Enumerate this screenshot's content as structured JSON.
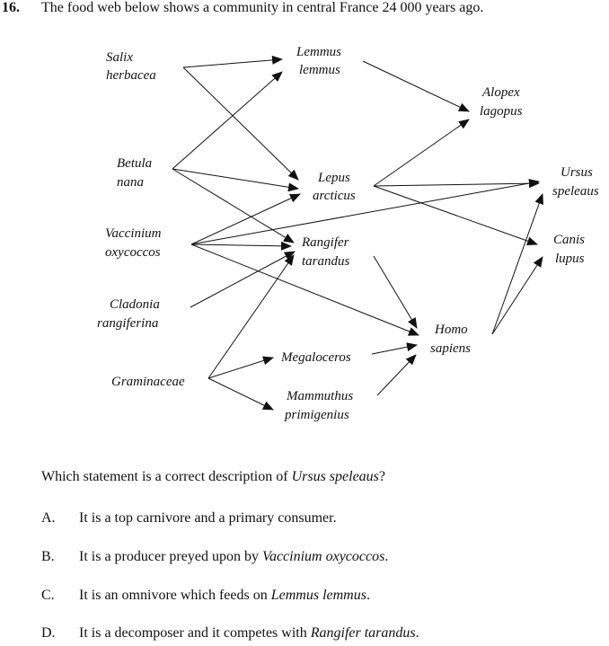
{
  "question_number": "16.",
  "intro": "The food web below shows a community in central France 24 000 years ago.",
  "organisms": {
    "salix": {
      "line1": "Salix",
      "line2": "herbacea"
    },
    "lemmus": {
      "line1": "Lemmus",
      "line2": "lemmus"
    },
    "alopex": {
      "line1": "Alopex",
      "line2": "lagopus"
    },
    "betula": {
      "line1": "Betula",
      "line2": "nana"
    },
    "lepus": {
      "line1": "Lepus",
      "line2": "arcticus"
    },
    "ursus": {
      "line1": "Ursus",
      "line2": "speleaus"
    },
    "vaccinium": {
      "line1": "Vaccinium",
      "line2": "oxycoccos"
    },
    "rangifer": {
      "line1": "Rangifer",
      "line2": "tarandus"
    },
    "canis": {
      "line1": "Canis",
      "line2": "lupus"
    },
    "cladonia": {
      "line1": "Cladonia",
      "line2": "rangiferina"
    },
    "homo": {
      "line1": "Homo",
      "line2": "sapiens"
    },
    "megaloceros": {
      "line1": "Megaloceros"
    },
    "graminaceae": {
      "line1": "Graminaceae"
    },
    "mammuthus": {
      "line1": "Mammuthus",
      "line2": "primigenius"
    }
  },
  "question": {
    "prefix": "Which statement is a correct description of ",
    "species": "Ursus speleaus",
    "suffix": "?"
  },
  "options": [
    {
      "letter": "A.",
      "text": "It is a top carnivore and a primary consumer.",
      "species": "",
      "end": ""
    },
    {
      "letter": "B.",
      "text": "It is a producer preyed upon by ",
      "species": "Vaccinium oxycoccos",
      "end": "."
    },
    {
      "letter": "C.",
      "text": "It is an omnivore which feeds on ",
      "species": "Lemmus lemmus",
      "end": "."
    },
    {
      "letter": "D.",
      "text": "It is a decomposer and it competes with ",
      "species": "Rangifer tarandus",
      "end": "."
    }
  ]
}
